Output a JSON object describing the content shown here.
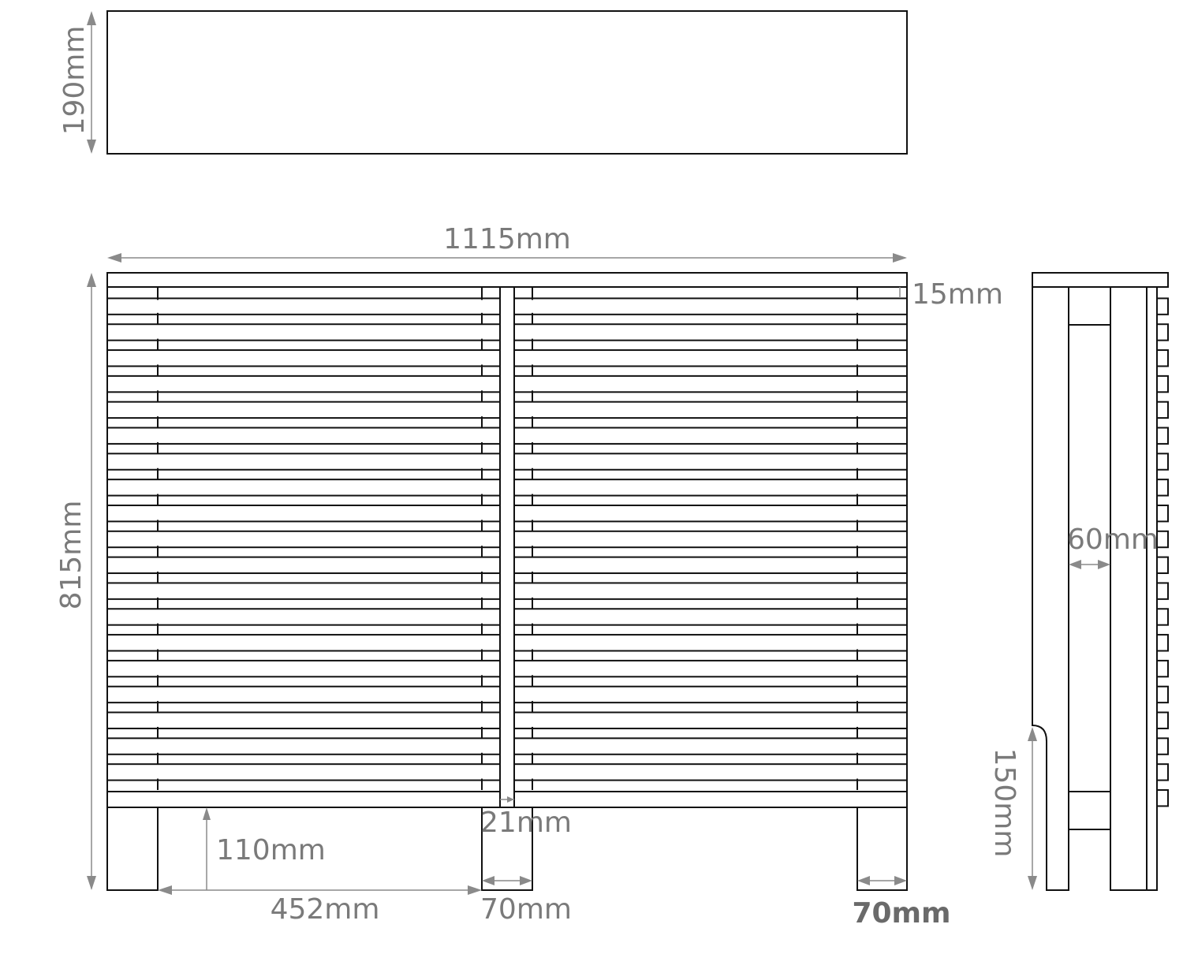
{
  "colors": {
    "outline": "#111111",
    "dimension": "#8a8a8a",
    "label": "#7a7a7a",
    "background": "#ffffff"
  },
  "labels": {
    "top_depth": "190mm",
    "overall_width": "1115mm",
    "slat_thickness": "15mm",
    "overall_height": "815mm",
    "plinth_height": "110mm",
    "leg_spacing": "452mm",
    "center_leg_width": "70mm",
    "center_gap": "21mm",
    "end_leg_width": "70mm",
    "side_inner_depth": "60mm",
    "side_foot_height": "150mm"
  }
}
